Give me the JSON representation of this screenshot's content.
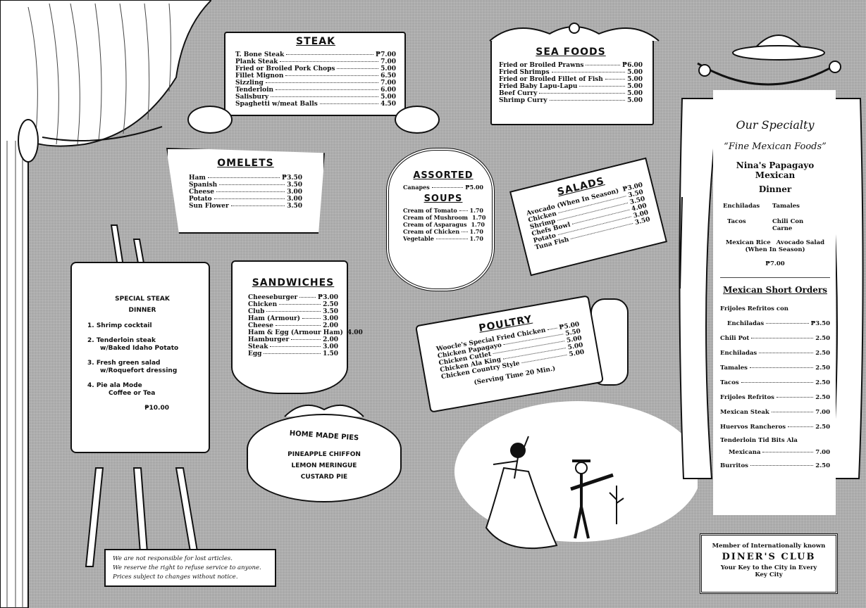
{
  "steak": {
    "title": "STEAK",
    "items": [
      {
        "name": "T. Bone Steak",
        "price": "₱7.00"
      },
      {
        "name": "Plank Steak",
        "price": "7.00"
      },
      {
        "name": "Fried or Broiled Pork Chops",
        "price": "5.00"
      },
      {
        "name": "Fillet Mignon",
        "price": "6.50"
      },
      {
        "name": "Sizzling",
        "price": "7.00"
      },
      {
        "name": "Tenderloin",
        "price": "6.00"
      },
      {
        "name": "Salisbury",
        "price": "5.00"
      },
      {
        "name": "Spaghetti w/meat Balls",
        "price": "4.50"
      }
    ]
  },
  "seafoods": {
    "title": "SEA FOODS",
    "items": [
      {
        "name": "Fried or Broiled Prawns",
        "price": "₱6.00"
      },
      {
        "name": "Fried Shrimps",
        "price": "5.00"
      },
      {
        "name": "Fried or Broiled Fillet of Fish",
        "price": "5.00"
      },
      {
        "name": "Fried Baby Lapu-Lapu",
        "price": "5.00"
      },
      {
        "name": "Beef Curry",
        "price": "5.00"
      },
      {
        "name": "Shrimp Curry",
        "price": "5.00"
      }
    ]
  },
  "omelets": {
    "title": "OMELETS",
    "items": [
      {
        "name": "Ham",
        "price": "₱3.50"
      },
      {
        "name": "Spanish",
        "price": "3.50"
      },
      {
        "name": "Cheese",
        "price": "3.00"
      },
      {
        "name": "Potato",
        "price": "3.00"
      },
      {
        "name": "Sun Flower",
        "price": "3.50"
      }
    ]
  },
  "assorted": {
    "title": "ASSORTED",
    "items": [
      {
        "name": "Canapes",
        "price": "₱5.00"
      }
    ]
  },
  "soups": {
    "title": "SOUPS",
    "items": [
      {
        "name": "Cream of Tomato",
        "price": "1.70"
      },
      {
        "name": "Cream of Mushroom",
        "price": "1.70"
      },
      {
        "name": "Cream of Asparagus",
        "price": "1.70"
      },
      {
        "name": "Cream of Chicken",
        "price": "1.70"
      },
      {
        "name": "Vegetable",
        "price": "1.70"
      }
    ]
  },
  "salads": {
    "title": "SALADS",
    "items": [
      {
        "name": "Avocado (When In Season)",
        "price": "₱3.00"
      },
      {
        "name": "Chicken",
        "price": "3.50"
      },
      {
        "name": "Shrimp",
        "price": "3.50"
      },
      {
        "name": "Chefs Bowl",
        "price": "4.00"
      },
      {
        "name": "Potato",
        "price": "3.00"
      },
      {
        "name": "Tuna Fish",
        "price": "3.50"
      }
    ]
  },
  "special_steak": {
    "title1": "SPECIAL STEAK",
    "title2": "DINNER",
    "items": [
      {
        "line1": "1.  Shrimp cocktail",
        "line2": ""
      },
      {
        "line1": "2.  Tenderloin steak",
        "line2": "w/Baked Idaho Potato"
      },
      {
        "line1": "3.  Fresh green salad",
        "line2": "w/Roquefort dressing"
      },
      {
        "line1": "4.  Pie ala Mode",
        "line2": "Coffee or Tea"
      }
    ],
    "price": "₱10.00"
  },
  "sandwiches": {
    "title": "SANDWICHES",
    "items": [
      {
        "name": "Cheeseburger",
        "price": "₱3.00"
      },
      {
        "name": "Chicken",
        "price": "2.50"
      },
      {
        "name": "Club",
        "price": "3.50"
      },
      {
        "name": "Ham (Armour)",
        "price": "3.00"
      },
      {
        "name": "Cheese",
        "price": "2.00"
      },
      {
        "name": "Ham & Egg (Armour Ham)",
        "price": "4.00"
      },
      {
        "name": "Hamburger",
        "price": "2.00"
      },
      {
        "name": "Steak",
        "price": "3.00"
      },
      {
        "name": "Egg",
        "price": "1.50"
      }
    ]
  },
  "poultry": {
    "title": "POULTRY",
    "items": [
      {
        "name": "Woocle's Special Fried Chicken",
        "price": "₱5.00"
      },
      {
        "name": "Chicken Papagayo",
        "price": "5.50"
      },
      {
        "name": "Chicken Cutlet",
        "price": "5.00"
      },
      {
        "name": "Chicken Ala King",
        "price": "5.00"
      },
      {
        "name": "Chicken Country Style",
        "price": "5.00"
      }
    ],
    "note": "(Serving Time 20 Min.)"
  },
  "pies": {
    "title": "HOME MADE PIES",
    "items": [
      "PINEAPPLE CHIFFON",
      "LEMON MERINGUE",
      "CUSTARD PIE"
    ]
  },
  "notice": {
    "lines": [
      "We are not responsible for lost articles.",
      "We reserve the right to refuse service to anyone.",
      "Prices subject to changes without notice."
    ]
  },
  "specialty": {
    "heading": "Our Specialty",
    "subheading": "“Fine Mexican Foods”",
    "dinner_line1": "Nina's Papagayo Mexican",
    "dinner_line2": "Dinner",
    "dinner_items": [
      "Enchiladas",
      "Tamales",
      "Tacos",
      "Chili Con Carne",
      "Mexican Rice",
      "Avocado Salad"
    ],
    "season_note": "(When In Season)",
    "dinner_price": "₱7.00",
    "short_orders_title": "Mexican Short Orders",
    "short_orders": [
      {
        "name": "Frijoles Refritos con",
        "price": ""
      },
      {
        "name": "Enchiladas",
        "price": "₱3.50"
      },
      {
        "name": "Chili Pot",
        "price": "2.50"
      },
      {
        "name": "Enchiladas",
        "price": "2.50"
      },
      {
        "name": "Tamales",
        "price": "2.50"
      },
      {
        "name": "Tacos",
        "price": "2.50"
      },
      {
        "name": "Frijoles Refritos",
        "price": "2.50"
      },
      {
        "name": "Mexican Steak",
        "price": "7.00"
      },
      {
        "name": "Huervos Rancheros",
        "price": "2.50"
      },
      {
        "name": "Tenderloin Tid Bits Ala",
        "price": ""
      },
      {
        "name": "Mexicana",
        "price": "7.00"
      },
      {
        "name": "Burritos",
        "price": "2.50"
      }
    ]
  },
  "diners_club": {
    "line1": "Member of Internationally known",
    "line2": "DINER'S CLUB",
    "line3": "Your Key to the City in Every",
    "line4": "Key City"
  }
}
